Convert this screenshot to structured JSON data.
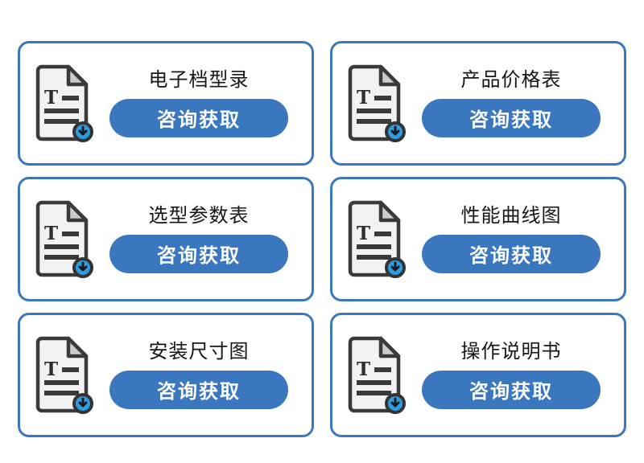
{
  "page": {
    "background_color": "#ffffff",
    "card_border_color": "#3a77bf",
    "accent_color": "#3a77bf",
    "title_color": "#161616",
    "button_text_color": "#ffffff",
    "columns": 2,
    "rows": 3
  },
  "icon": {
    "name": "document-download-icon",
    "paper_fill": "#f2f2f2",
    "paper_outline": "#3a3a3a",
    "fold_fill": "#cfcbcd",
    "text_mark": "T",
    "line_count": 3,
    "badge": {
      "name": "download-badge-icon",
      "fill": "#2f9be0",
      "outline": "#333333",
      "arrow": "down-arrow"
    }
  },
  "cards": [
    {
      "id": "electronic-catalog",
      "title": "电子档型录",
      "button_label": "咨询获取",
      "icon": "document-download-icon"
    },
    {
      "id": "product-price-list",
      "title": "产品价格表",
      "button_label": "咨询获取",
      "icon": "document-download-icon"
    },
    {
      "id": "selection-parameter-table",
      "title": "选型参数表",
      "button_label": "咨询获取",
      "icon": "document-download-icon"
    },
    {
      "id": "performance-curve-chart",
      "title": "性能曲线图",
      "button_label": "咨询获取",
      "icon": "document-download-icon"
    },
    {
      "id": "installation-dimension-drawing",
      "title": "安装尺寸图",
      "button_label": "咨询获取",
      "icon": "document-download-icon"
    },
    {
      "id": "operation-manual",
      "title": "操作说明书",
      "button_label": "咨询获取",
      "icon": "document-download-icon"
    }
  ]
}
